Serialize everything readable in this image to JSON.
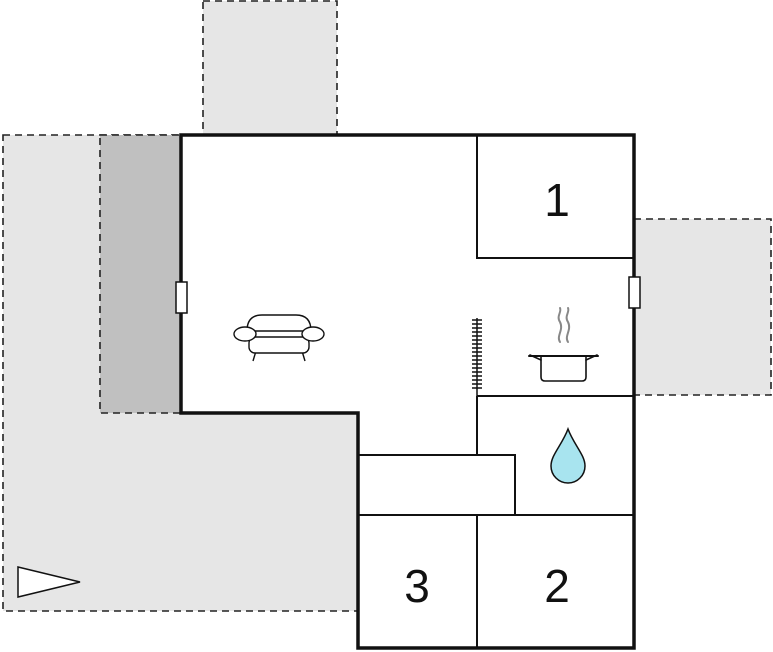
{
  "rooms": [
    {
      "id": "room-1",
      "label": "1"
    },
    {
      "id": "room-2",
      "label": "2"
    },
    {
      "id": "room-3",
      "label": "3"
    }
  ],
  "icons": {
    "living": "armchair-icon",
    "kitchen": "cooking-pot-icon",
    "bathroom": "water-drop-icon",
    "north": "north-arrow-icon"
  },
  "colors": {
    "outdoor_area": "#e6e6e6",
    "covered_area": "#c0c0c0",
    "walls": "#111111",
    "water": "#a8e4ef"
  }
}
